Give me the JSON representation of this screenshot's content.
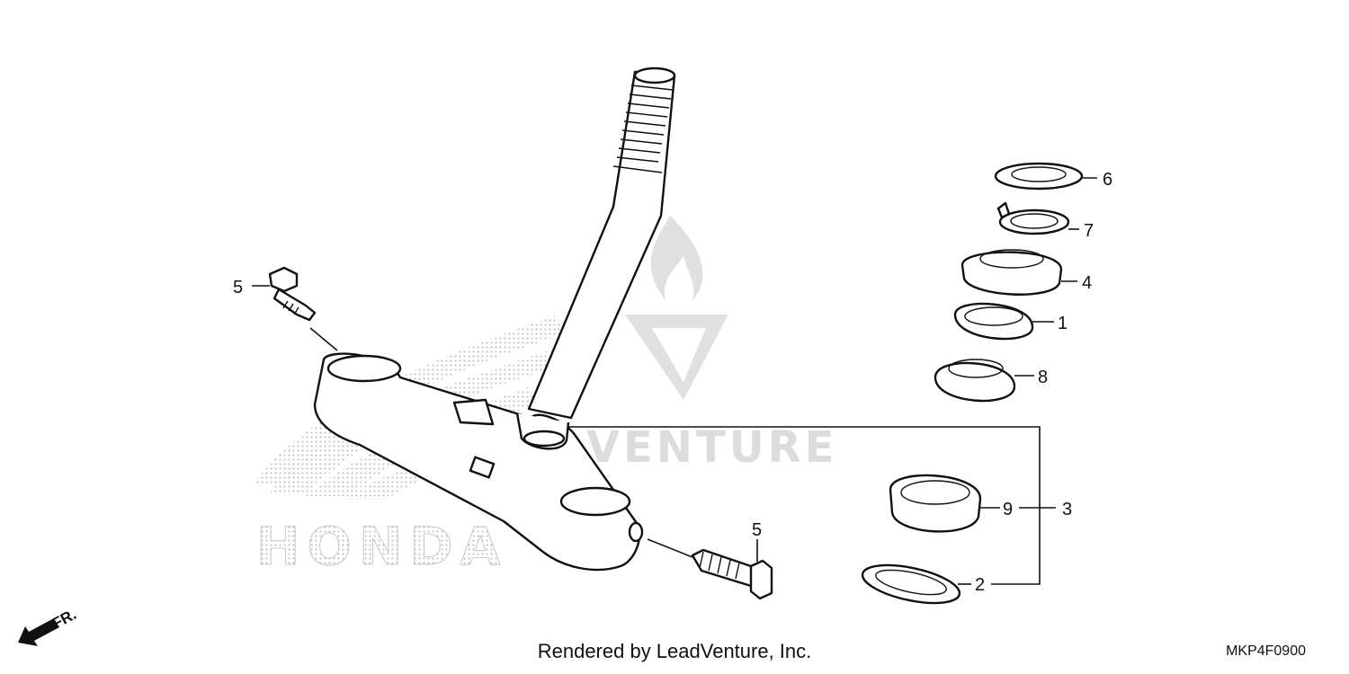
{
  "callouts": {
    "c1": "1",
    "c2": "2",
    "c3": "3",
    "c4": "4",
    "c5a": "5",
    "c5b": "5",
    "c6": "6",
    "c7": "7",
    "c8": "8",
    "c9": "9"
  },
  "brand_watermark": "HONDA",
  "site_watermark": "DVENTURE",
  "direction_label": "FR.",
  "footer": {
    "rendered_by": "Rendered by LeadVenture, Inc.",
    "diagram_code": "MKP4F0900"
  },
  "icons": {
    "direction": "fr-arrow-icon",
    "watermark": "flame-logo-icon"
  },
  "colors": {
    "line": "#111111",
    "watermark": "#d9d9d9",
    "background": "#ffffff"
  }
}
